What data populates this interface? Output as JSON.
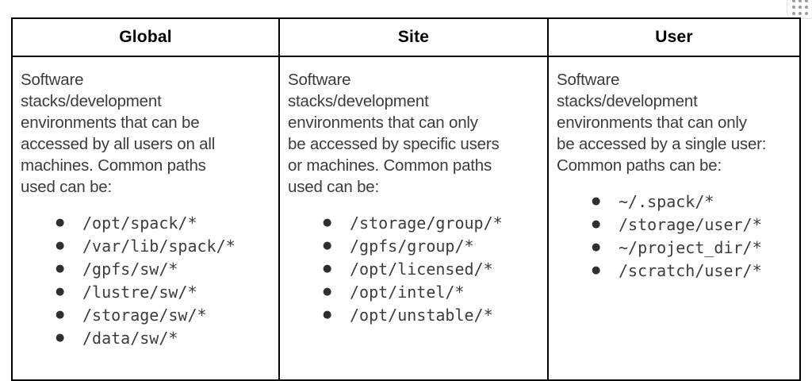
{
  "colors": {
    "table_border": "#000000",
    "body_text": "#3c3c3c",
    "header_text": "#000000",
    "handle_border": "#e2e2e2",
    "handle_dots": "#a0a0a0"
  },
  "glyphs": {
    "bullet": "●"
  },
  "widget": {
    "drag_handle_icon": "grid-dots-drag-handle"
  },
  "table": {
    "columns": [
      {
        "header": "Global",
        "description": "Software\nstacks/development\nenvironments that can be\naccessed by all users on all\nmachines. Common paths\nused can be:",
        "paths": [
          "/opt/spack/*",
          "/var/lib/spack/*",
          "/gpfs/sw/*",
          "/lustre/sw/*",
          "/storage/sw/*",
          "/data/sw/*"
        ]
      },
      {
        "header": "Site",
        "description": "Software\nstacks/development\nenvironments that can only\nbe accessed by specific users\nor machines. Common paths\nused can be:",
        "paths": [
          "/storage/group/*",
          "/gpfs/group/*",
          "/opt/licensed/*",
          "/opt/intel/*",
          "/opt/unstable/*"
        ]
      },
      {
        "header": "User",
        "description": "Software\nstacks/development\nenvironments that can only\nbe accessed by a single user:\nCommon paths can be:",
        "paths": [
          "~/.spack/*",
          "/storage/user/*",
          "~/project_dir/*",
          "/scratch/user/*"
        ]
      }
    ]
  }
}
